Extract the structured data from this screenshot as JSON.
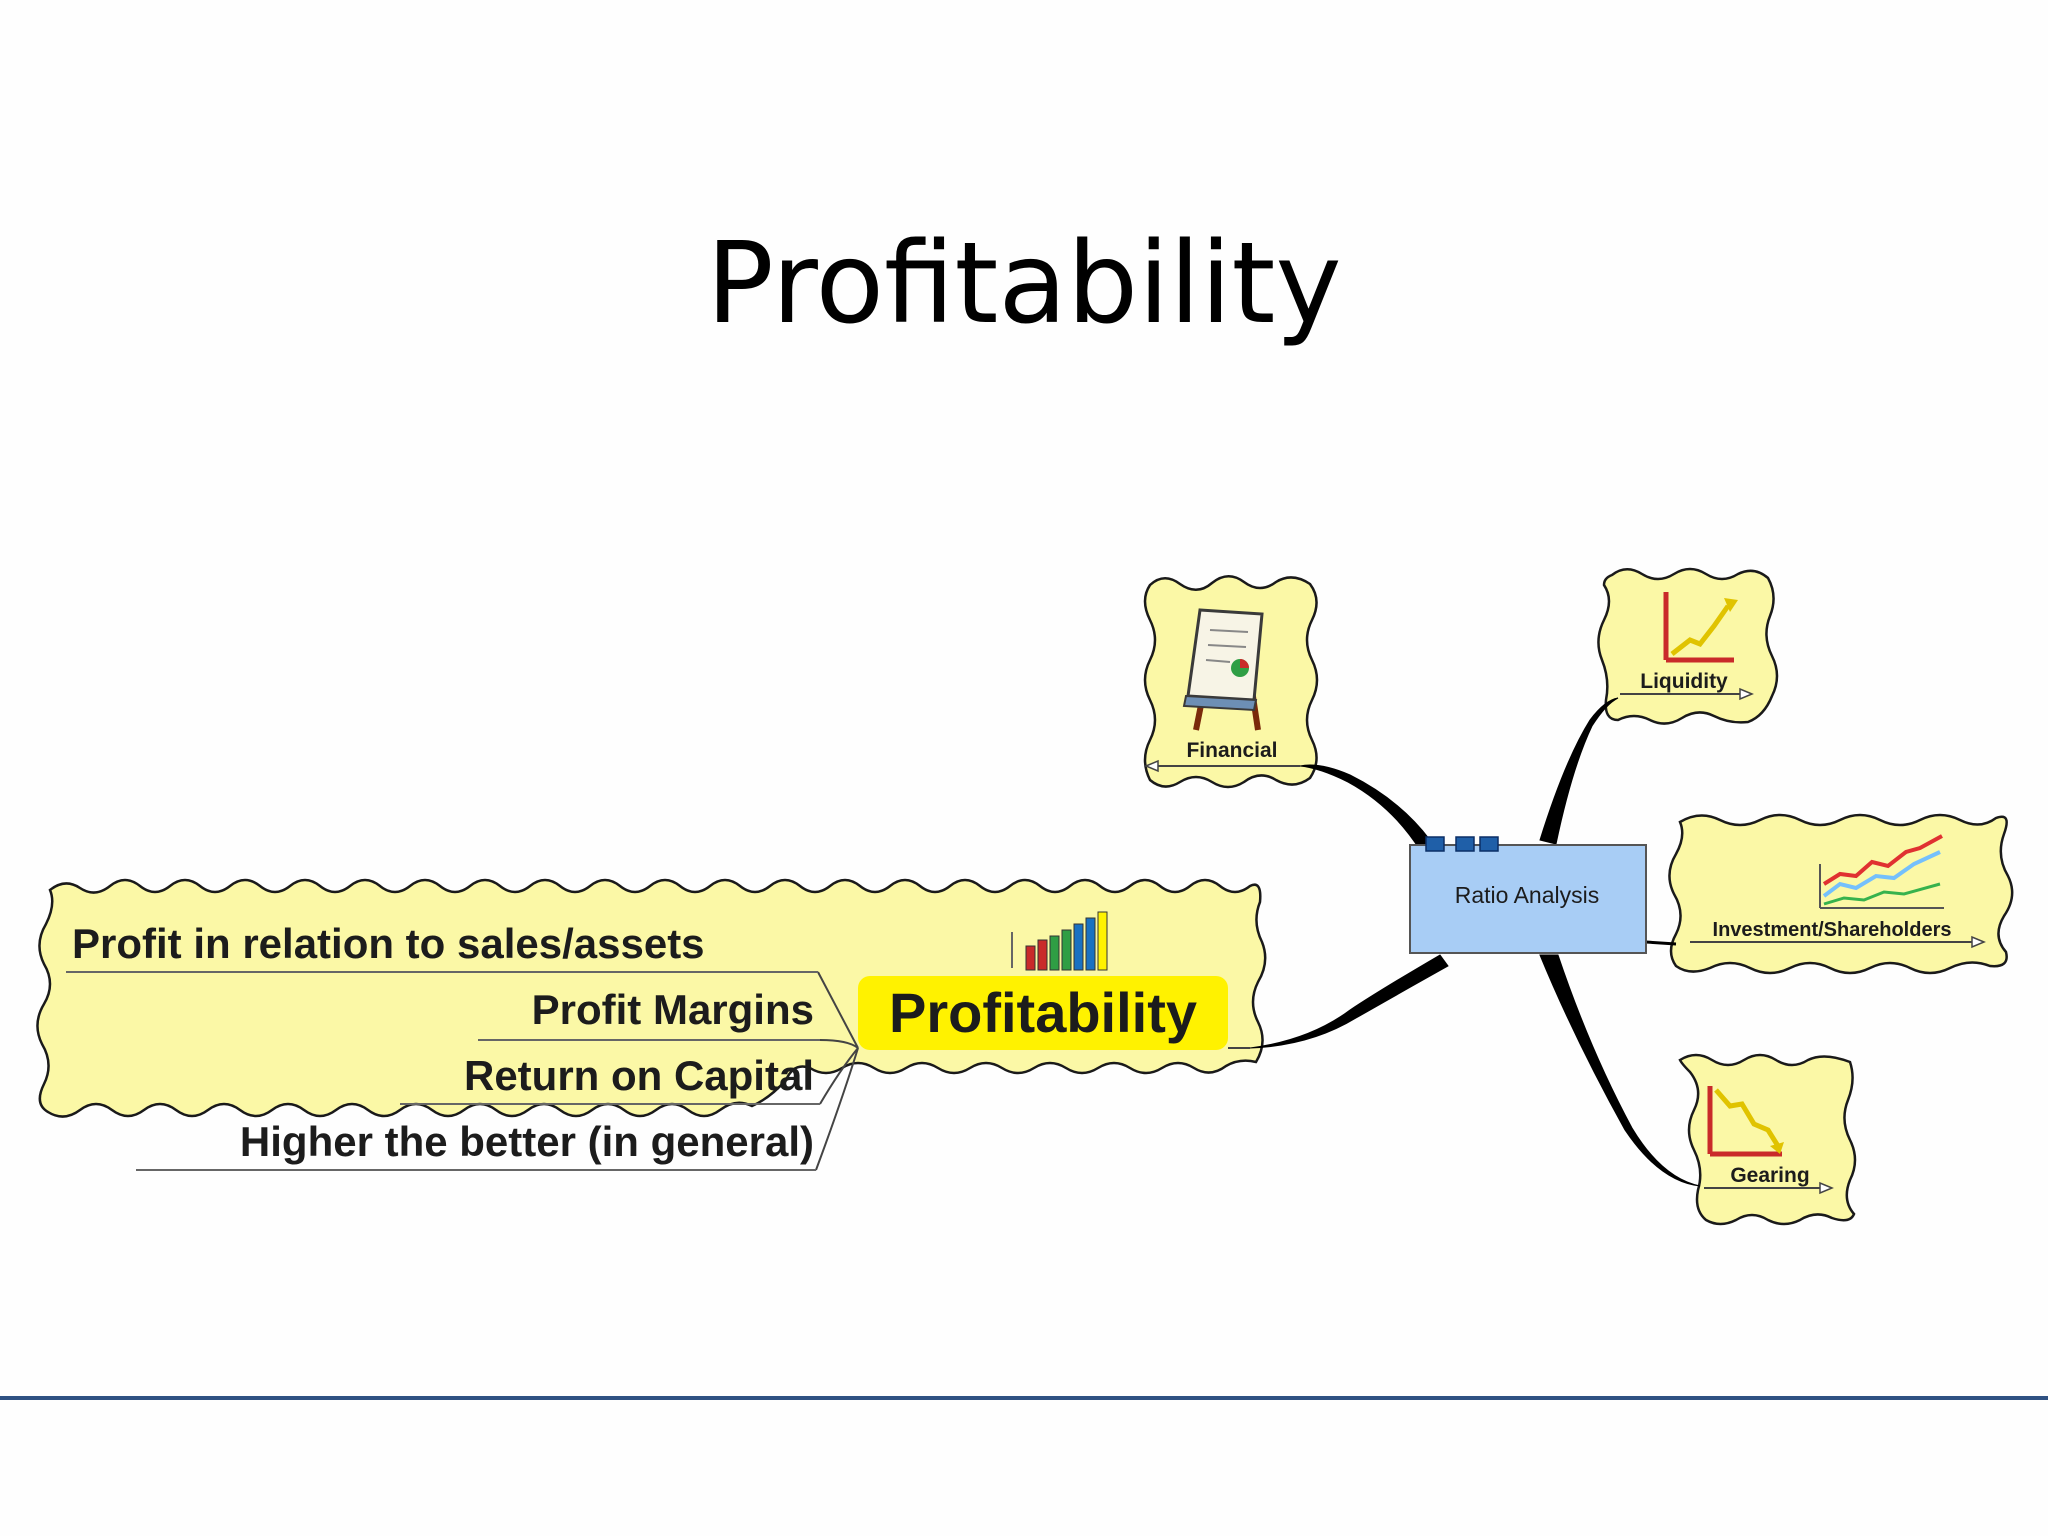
{
  "slide": {
    "title": "Profitability"
  },
  "mindmap": {
    "center": {
      "label": "Ratio Analysis",
      "color": "#a8cdf5"
    },
    "topics": [
      {
        "id": "financial",
        "label": "Financial",
        "icon": "presentation-easel-icon"
      },
      {
        "id": "liquidity",
        "label": "Liquidity",
        "icon": "rising-line-chart-icon"
      },
      {
        "id": "investment",
        "label": "Investment/Shareholders",
        "icon": "multi-line-chart-icon"
      },
      {
        "id": "gearing",
        "label": "Gearing",
        "icon": "falling-line-chart-icon"
      },
      {
        "id": "profitability",
        "label": "Profitability",
        "icon": "bar-chart-icon",
        "highlight_color": "#fff200",
        "subtopics": [
          "Profit in relation to sales/assets",
          "Profit Margins",
          "Return on Capital",
          "Higher the better (in general)"
        ]
      }
    ],
    "bubble_color": "#fbf8a6",
    "connector_color": "#000000"
  },
  "footer": {
    "rule_color": "#2f5182"
  }
}
